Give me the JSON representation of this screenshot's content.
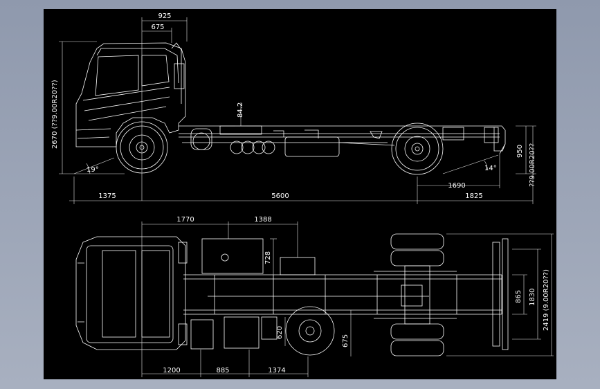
{
  "side_view": {
    "dims": {
      "d925": "925",
      "d675": "675",
      "d842": "84.2",
      "d2670": "2670 (??9.00R20??)",
      "d19": "19°",
      "d14": "14°",
      "d950": "950",
      "d950r": "??9.00R20??",
      "d1690": "1690",
      "d1375": "1375",
      "d5600": "5600",
      "d1825": "1825"
    }
  },
  "top_view": {
    "dims": {
      "d1770": "1770",
      "d1388": "1388",
      "d728": "728",
      "d620": "620",
      "d675": "675",
      "d865": "865",
      "d1830": "1830",
      "d2419": "2419 (9.00R20??)",
      "d1200": "1200",
      "d885": "885",
      "d1374": "1374"
    }
  },
  "colors": {
    "background": "#000000",
    "line": "#ffffff",
    "frame": "#9aa3b5"
  }
}
